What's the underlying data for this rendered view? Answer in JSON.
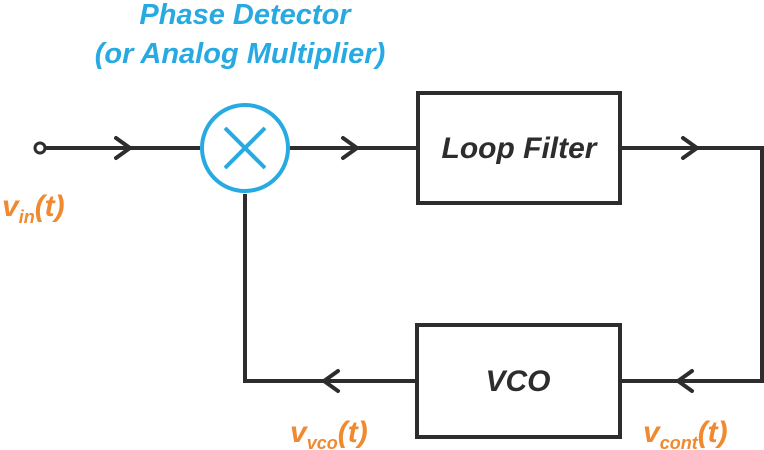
{
  "title": {
    "line1": "Phase Detector",
    "line2": "(or Analog Multiplier)"
  },
  "blocks": {
    "multiplier_symbol": "×",
    "loop_filter": "Loop Filter",
    "vco": "VCO"
  },
  "signals": {
    "vin": {
      "base": "v",
      "sub": "in",
      "arg": "(t)"
    },
    "vvco": {
      "base": "v",
      "sub": "vco",
      "arg": "(t)"
    },
    "vcont": {
      "base": "v",
      "sub": "cont",
      "arg": "(t)"
    }
  },
  "colors": {
    "accent_blue": "#27a9e1",
    "signal_orange": "#f08a31",
    "line_dark": "#2d2d2d"
  }
}
